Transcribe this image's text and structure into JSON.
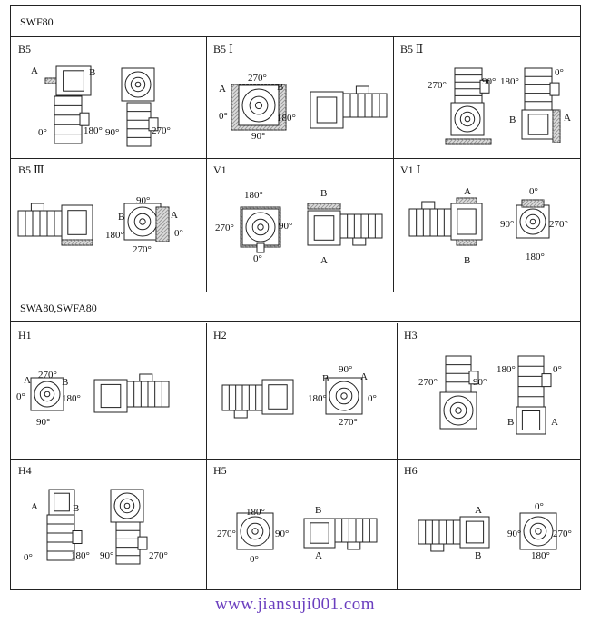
{
  "sections": [
    {
      "title": "SWF80"
    },
    {
      "title": "SWA80,SWFA80"
    }
  ],
  "cells": [
    {
      "id": "b5",
      "label": "B5",
      "tags": {
        "a": "A",
        "b": "B",
        "d0": "0°",
        "d90": "90°",
        "d180": "180°",
        "d270": "270°"
      }
    },
    {
      "id": "b5-1",
      "label": "B5 Ⅰ",
      "tags": {
        "a": "A",
        "b": "B",
        "d0": "0°",
        "d90": "90°",
        "d180": "180°",
        "d270": "270°"
      }
    },
    {
      "id": "b5-2",
      "label": "B5 Ⅱ",
      "tags": {
        "a": "A",
        "b": "B",
        "d0": "0°",
        "d90": "90°",
        "d180": "180°",
        "d270": "270°"
      }
    },
    {
      "id": "b5-3",
      "label": "B5 Ⅲ",
      "tags": {
        "a": "A",
        "b": "B",
        "d0": "0°",
        "d90": "90°",
        "d180": "180°",
        "d270": "270°"
      }
    },
    {
      "id": "v1",
      "label": "V1",
      "tags": {
        "a": "A",
        "b": "B",
        "d0": "0°",
        "d90": "90°",
        "d180": "180°",
        "d270": "270°"
      }
    },
    {
      "id": "v1-1",
      "label": "V1 Ⅰ",
      "tags": {
        "a": "A",
        "b": "B",
        "d0": "0°",
        "d90": "90°",
        "d180": "180°",
        "d270": "270°"
      }
    },
    {
      "id": "h1",
      "label": "H1",
      "tags": {
        "a": "A",
        "b": "B",
        "d0": "0°",
        "d90": "90°",
        "d180": "180°",
        "d270": "270°"
      }
    },
    {
      "id": "h2",
      "label": "H2",
      "tags": {
        "a": "A",
        "b": "B",
        "d0": "0°",
        "d90": "90°",
        "d180": "180°",
        "d270": "270°"
      }
    },
    {
      "id": "h3",
      "label": "H3",
      "tags": {
        "a": "A",
        "b": "B",
        "d0": "0°",
        "d90": "90°",
        "d180": "180°",
        "d270": "270°"
      }
    },
    {
      "id": "h4",
      "label": "H4",
      "tags": {
        "a": "A",
        "b": "B",
        "d0": "0°",
        "d90": "90°",
        "d180": "180°",
        "d270": "270°"
      }
    },
    {
      "id": "h5",
      "label": "H5",
      "tags": {
        "a": "A",
        "b": "B",
        "d0": "0°",
        "d90": "90°",
        "d180": "180°",
        "d270": "270°"
      }
    },
    {
      "id": "h6",
      "label": "H6",
      "tags": {
        "a": "A",
        "b": "B",
        "d0": "0°",
        "d90": "90°",
        "d180": "180°",
        "d270": "270°"
      }
    }
  ],
  "footer": {
    "url": "www.jiansuji001.com",
    "color": "#6b3fbf"
  }
}
